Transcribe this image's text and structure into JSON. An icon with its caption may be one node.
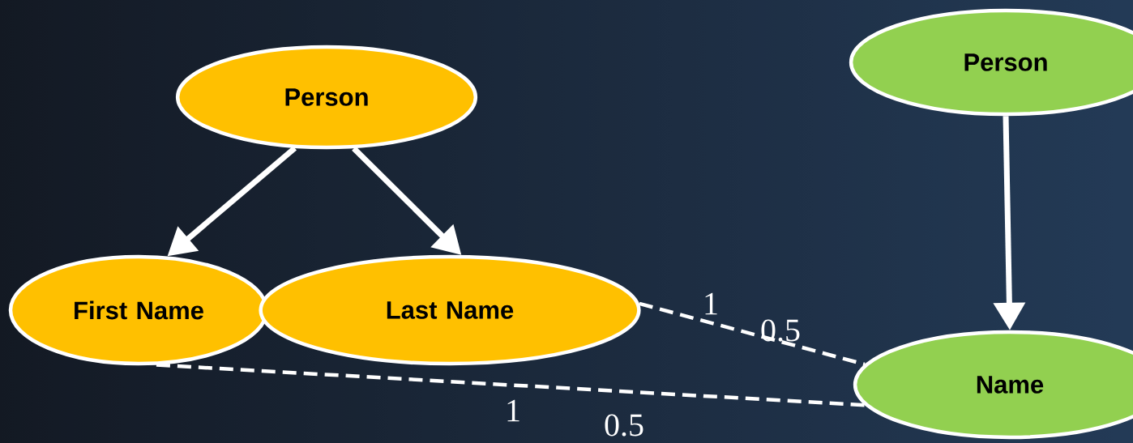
{
  "diagram": {
    "nodes": [
      {
        "text": [
          "Person"
        ]
      },
      {
        "text": [
          "First Name"
        ]
      },
      {
        "text": [
          "Last Name"
        ]
      },
      {
        "text": [
          "Person"
        ]
      },
      {
        "text": [
          "Name"
        ]
      }
    ],
    "edges": [
      {
        "from": 0,
        "to": 1,
        "arrow": "to"
      },
      {
        "from": 0,
        "to": 2,
        "arrow": "to"
      },
      {
        "from": 3,
        "to": 4,
        "arrow": "to"
      },
      {
        "from": 2,
        "to": 4,
        "arrow": "none",
        "style": "dashed"
      },
      {
        "from": 1,
        "to": 4,
        "arrow": "none",
        "style": "dashed"
      }
    ],
    "labels": [
      "1",
      "0.5",
      "1",
      "0.5"
    ]
  }
}
